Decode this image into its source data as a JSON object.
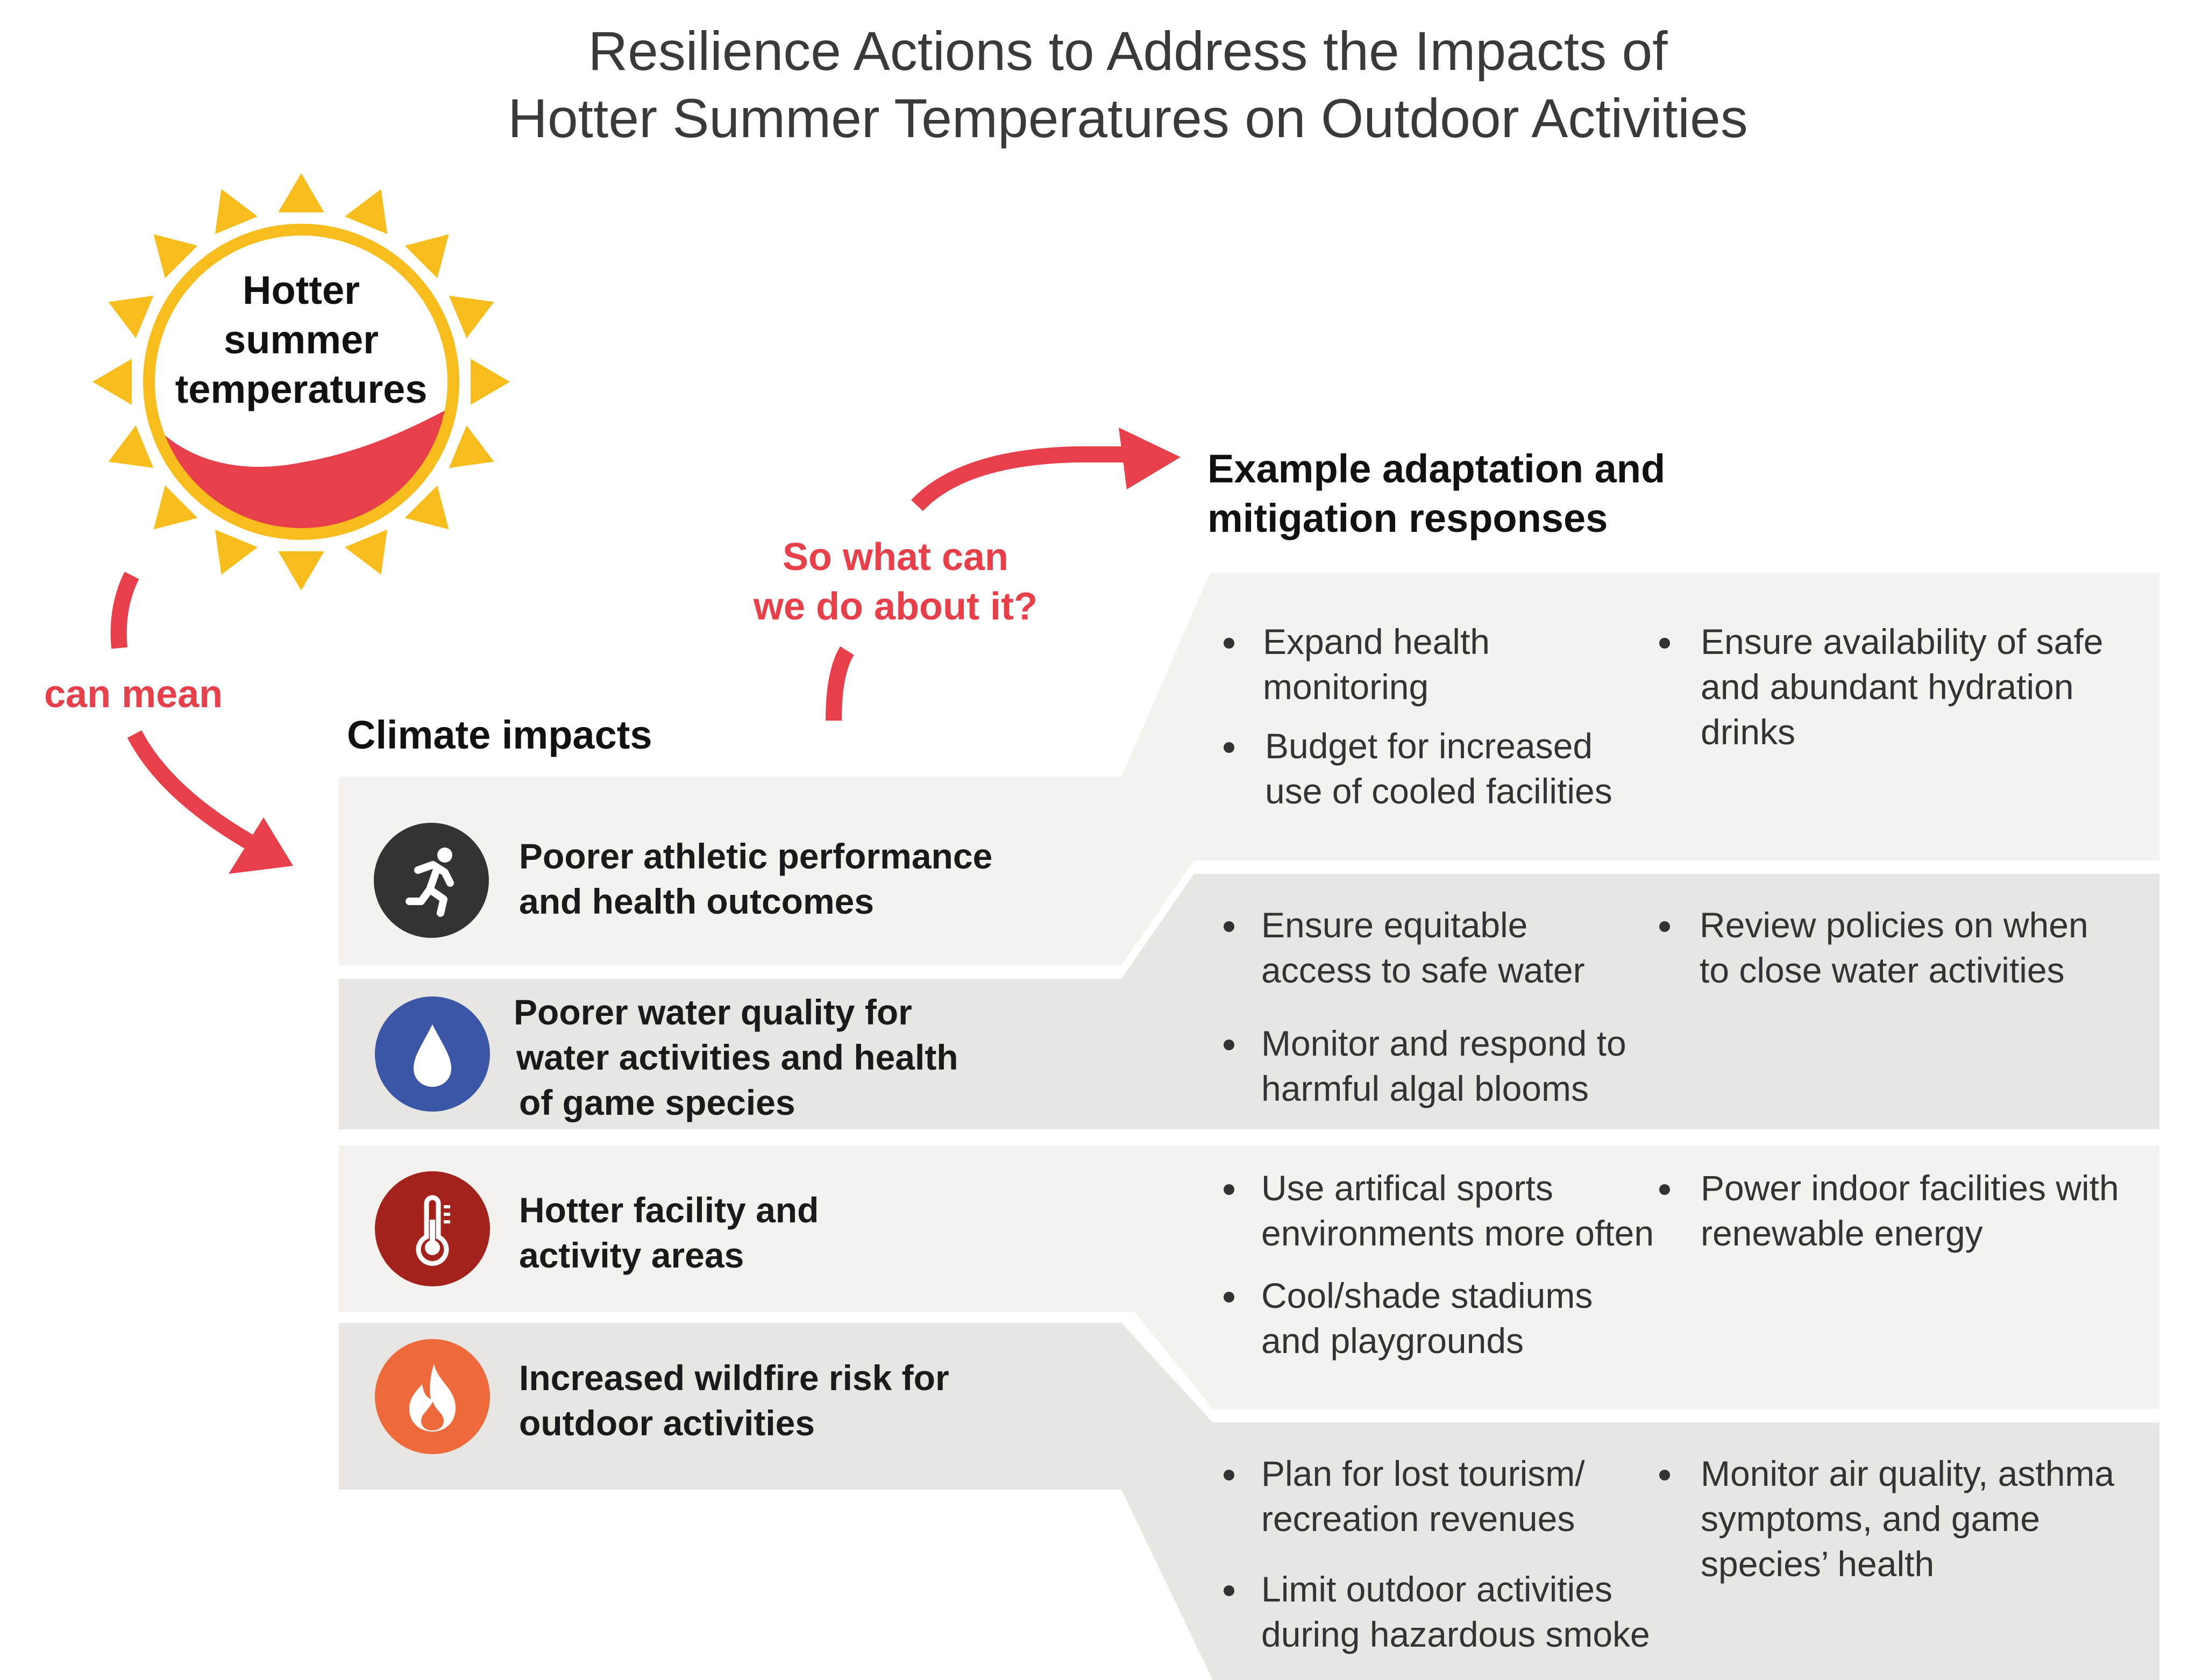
{
  "title": {
    "line1": "Resilience Actions to Address the Impacts of",
    "line2": "Hotter Summer Temperatures on Outdoor Activities"
  },
  "sun": {
    "line1": "Hotter",
    "line2": "summer",
    "line3": "temperatures"
  },
  "labels": {
    "can_mean": "can mean",
    "so_what_line1": "So what can",
    "so_what_line2": "we do about it?"
  },
  "headers": {
    "climate_impacts": "Climate impacts",
    "responses_line1": "Example adaptation and",
    "responses_line2": "mitigation responses"
  },
  "impacts": [
    {
      "icon": "running-person-icon",
      "color": "#333333",
      "line1": "Poorer athletic performance",
      "line2": "and health outcomes"
    },
    {
      "icon": "water-drop-icon",
      "color": "#3b56a6",
      "line1": "Poorer water quality for",
      "line2": "water activities and health",
      "line3": "of game species"
    },
    {
      "icon": "thermometer-icon",
      "color": "#a3231c",
      "line1": "Hotter facility and",
      "line2": "activity areas"
    },
    {
      "icon": "fire-icon",
      "color": "#ef6a3a",
      "line1": "Increased wildfire risk for",
      "line2": "outdoor activities"
    }
  ],
  "responses": [
    [
      "Expand health\nmonitoring",
      "Budget for increased\nuse of cooled facilities",
      "Ensure availability of safe\nand abundant hydration\ndrinks"
    ],
    [
      "Ensure equitable\naccess to safe water",
      "Monitor and respond to\nharmful algal blooms",
      "Review policies on when\nto close water activities"
    ],
    [
      "Use artifical sports\nenvironments more often",
      "Cool/shade stadiums\nand playgrounds",
      "Power indoor facilities with\nrenewable energy"
    ],
    [
      "Plan for lost tourism/\nrecreation revenues",
      "Limit outdoor activities\nduring hazardous smoke",
      "Monitor air quality, asthma\nsymptoms, and game\nspecies’ health"
    ]
  ],
  "colors": {
    "panel_light": "#f3f2ef",
    "panel_dark": "#e7e6e3",
    "accent_red": "#e8404a",
    "sun_yellow": "#f7bd1c"
  }
}
